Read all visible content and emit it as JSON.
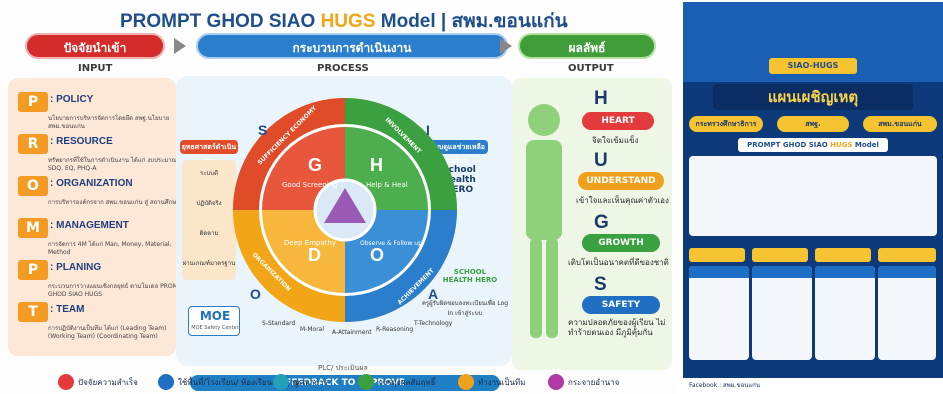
{
  "title": {
    "prefix": "PROMPT GHOD SIAO ",
    "highlight": "HUGS",
    "suffix": " Model | สพม.ขอนแก่น"
  },
  "headers": {
    "input": "ปัจจัยนำเข้า",
    "process": "กระบวนการดำเนินงาน",
    "output": "ผลลัพธ์"
  },
  "sublabels": {
    "input": "INPUT",
    "process": "PROCESS",
    "output": "OUTPUT"
  },
  "inputs": [
    {
      "letter": "P",
      "label": ": POLICY",
      "desc": "นโยบายการบริหารจัดการโดยยึด สพฐ.นโยบาย สพม.ขอนแก่น"
    },
    {
      "letter": "R",
      "label": ": RESOURCE",
      "desc": "ทรัพยากรที่ใช้ในการดำเนินงาน ได้แก่ งบประมาณ SDQ, EQ, PHQ-A"
    },
    {
      "letter": "O",
      "label": ": ORGANIZATION",
      "desc": "การบริหารองค์กรจาก สพม.ขอนแก่น สู่ สถานศึกษา"
    },
    {
      "letter": "M",
      "label": ": MANAGEMENT",
      "desc": "การจัดการ 4M ได้แก่ Man, Money, Material, Method"
    },
    {
      "letter": "P",
      "label": ": PLANING",
      "desc": "กระบวนการวางแผนเชิงกลยุทธ์ ตามโมเดล PROMPT GHOD SIAO HUGS"
    },
    {
      "letter": "T",
      "label": ": TEAM",
      "desc": "การปฏิบัติงานเป็นทีม ได้แก่ (Leading Team) (Working Team) (Coordinating Team)"
    }
  ],
  "process": {
    "left_box": "ยุทธศาสตร์ดำเนินงาน",
    "right_box": "ระบบดูแลช่วยเหลือนักเรียน",
    "school_hero": "School Health HERO",
    "moe": "MOE",
    "moe_sub": "MOE Safety Center",
    "center_labels": {
      "g": "G",
      "h": "H",
      "o": "O",
      "d": "D"
    },
    "quadrants": {
      "g": "Good Screening",
      "h": "Help & Heal",
      "o": "Observe & Follow up",
      "d": "Deep Empathy"
    },
    "ring_labels": [
      "SUFFICIENCY ECONOMY",
      "INVOLVEMENT",
      "ACHIEVEMENT",
      "ORGANIZATION"
    ],
    "letters": {
      "s": "S",
      "i": "I",
      "a": "A",
      "o": "O"
    },
    "bottom_words": [
      "S-Standard",
      "M-Moral",
      "A-Attainment",
      "R-Reasoning",
      "T-Technology"
    ],
    "left_items": [
      "ระบบดี",
      "ปฏิบัติจริง",
      "ติดตาม",
      "ผ่านเกณฑ์มาตรฐาน"
    ],
    "hero_note": "ครูผู้รับผิดชอบลงทะเบียนเพื่อ Log In เข้าสู่ระบบ",
    "hero_logo": "SCHOOL HEALTH HERO",
    "plc": "PLC/ ประเมินผล"
  },
  "outputs": [
    {
      "letter": "H",
      "tag": "HEART",
      "desc": "จิตใจเข้มแข็ง",
      "color": "#e33b3b"
    },
    {
      "letter": "U",
      "tag": "UNDERSTAND",
      "desc": "เข้าใจและเห็นคุณค่าตัวเอง",
      "color": "#f0a01c"
    },
    {
      "letter": "G",
      "tag": "GROWTH",
      "desc": "เติบโตเป็นอนาคตที่ดีของชาติ",
      "color": "#3aa040"
    },
    {
      "letter": "S",
      "tag": "SAFETY",
      "desc": "ความปลอดภัยของผู้เรียน ไม่ทำร้ายตนเอง มีภูมิคุ้มกัน",
      "color": "#1f6fc2"
    }
  ],
  "feedback": "FEEDBACK TO IMPROVE",
  "legend": [
    {
      "text": "ปัจจัยความสำเร็จ",
      "color": "#e33b3b"
    },
    {
      "text": "ใช้พื้นที่/โรงเรียน/ ห้องเรียนเป็นฐาน",
      "color": "#1f6fc2"
    },
    {
      "text": "บูรณาการ",
      "color": "#23a0b8"
    },
    {
      "text": "การมุ่งผลสัมฤทธิ์",
      "color": "#3aa040"
    },
    {
      "text": "ทำงานเป็นทีม",
      "color": "#f0a01c"
    },
    {
      "text": "กระจายอำนาจ",
      "color": "#b03aa6"
    }
  ],
  "right_panel": {
    "banner": "แผนเผชิญเหตุ",
    "steps": [
      "กระทรวงศึกษาธิการ",
      "สพฐ.",
      "สพม.ขอนแก่น"
    ],
    "sub_prefix": "PROMPT GHOD SIAO ",
    "sub_highlight": "HUGS",
    "sub_suffix": " Model",
    "logo_text": "SIAO-HUGS",
    "footer": "Facebook : สพม.ขอนแก่น"
  }
}
